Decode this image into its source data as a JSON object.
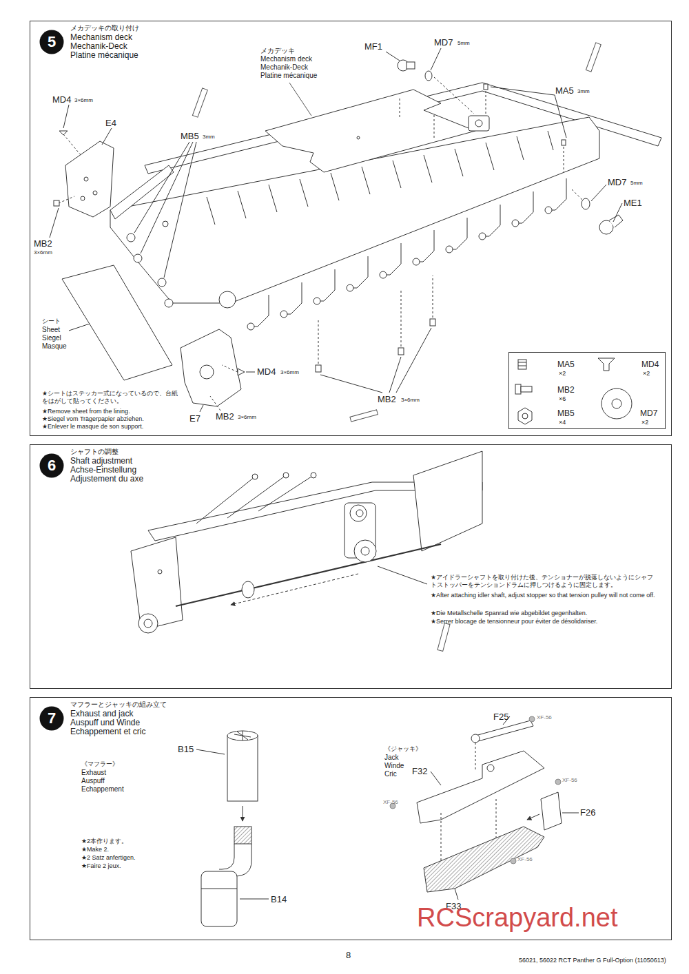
{
  "diagram": {
    "nodes": [
      {
        "text": [
          "メカデッキの取り付け",
          "Mechanism deck",
          "Mechanik-Deck",
          "Platine mécanique"
        ]
      },
      {
        "text": [
          "5"
        ],
        "in": 0
      },
      {
        "text": [
          "MA5",
          "×2",
          "MD4",
          "×2",
          "MB2",
          "×6",
          "MB5",
          "×4",
          "MD7",
          "×2"
        ],
        "in": 0
      },
      {
        "text": [
          "シャフトの調整",
          "Shaft adjustment",
          "Achse-Einstellung",
          "Adjustement du axe"
        ]
      },
      {
        "text": [
          "6"
        ],
        "in": 3
      },
      {
        "text": [
          "マフラーとジャッキの組み立て",
          "Exhaust and jack",
          "Auspuff und Winde",
          "Echappement et cric"
        ]
      },
      {
        "text": [
          "7"
        ],
        "in": 5
      }
    ],
    "labels": [
      "メカデッキ",
      "Mechanism deck",
      "Mechanik-Deck",
      "Platine mécanique",
      "MF1",
      "MD7",
      "5mm",
      "MA5",
      "3mm",
      "MD4",
      "3×6mm",
      "E4",
      "MB5",
      "3mm",
      "MB2",
      "3×6mm",
      "MD7",
      "5mm",
      "ME1",
      "シート",
      "Sheet",
      "Siegel",
      "Masque",
      "★シートはステッカー式になっているので、台紙をはがして貼ってください。",
      "★Remove sheet from the lining.",
      "★Siegel vom Trägerpapier abziehen.",
      "★Enlever le masque de son support.",
      "MD4",
      "3×6mm",
      "E7",
      "MB2",
      "3×6mm",
      "MB2",
      "3×6mm",
      "★アイドラーシャフトを取り付けた後、テンショナーが脱落しないようにシャフトストッパーをテンションドラムに押しつけるように固定します。",
      "★After attaching idler shaft, adjust stopper so that tension pulley will not come off.",
      "★Die Metallschelle Spanrad wie abgebildet gegenhalten.",
      "★Serrer blocage de tensionneur pour éviter de désolidariser.",
      "《マフラー》",
      "Exhaust",
      "Auspuff",
      "Echappement",
      "B15",
      "★2本作ります。",
      "★Make 2.",
      "★2 Satz anfertigen.",
      "★Faire 2 jeux.",
      "B14",
      "《ジャッキ》",
      "Jack",
      "Winde",
      "Cric",
      "F25",
      "XF-56",
      "F32",
      "XF-56",
      "XF-56",
      "F26",
      "XF-56",
      "F33",
      "8",
      "56021, 56022 RCT Panther G Full-Option (11050613)",
      "RCScrapyard.net"
    ]
  }
}
